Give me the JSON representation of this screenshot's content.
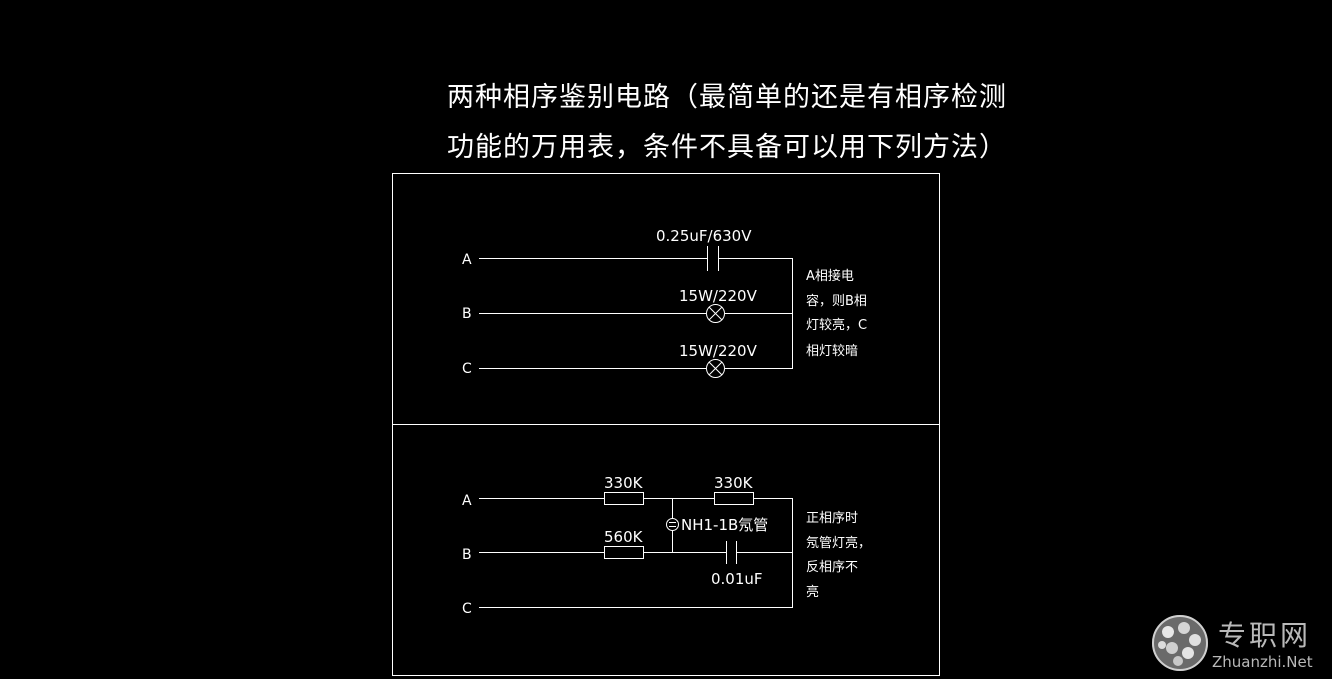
{
  "title": {
    "line1": "两种相序鉴别电路（最简单的还是有相序检测",
    "line2": "功能的万用表，条件不具备可以用下列方法）"
  },
  "circuit1": {
    "phases": [
      "A",
      "B",
      "C"
    ],
    "capacitor_label": "0.25uF/630V",
    "lamp_b_label": "15W/220V",
    "lamp_c_label": "15W/220V",
    "note_lines": [
      "A相接电",
      "容，则B相",
      "灯较亮，C",
      "相灯较暗"
    ]
  },
  "circuit2": {
    "phases": [
      "A",
      "B",
      "C"
    ],
    "resistor1_label": "330K",
    "resistor2_label": "330K",
    "resistor3_label": "560K",
    "neon_label": "NH1-1B氖管",
    "capacitor_label": "0.01uF",
    "note_lines": [
      "正相序时",
      "氖管灯亮，",
      "反相序不",
      "亮"
    ]
  },
  "watermark": {
    "cn": "专职网",
    "en": "Zhuanzhi.Net"
  },
  "colors": {
    "background": "#000000",
    "line": "#ffffff",
    "watermark": "#b9b9b9"
  }
}
